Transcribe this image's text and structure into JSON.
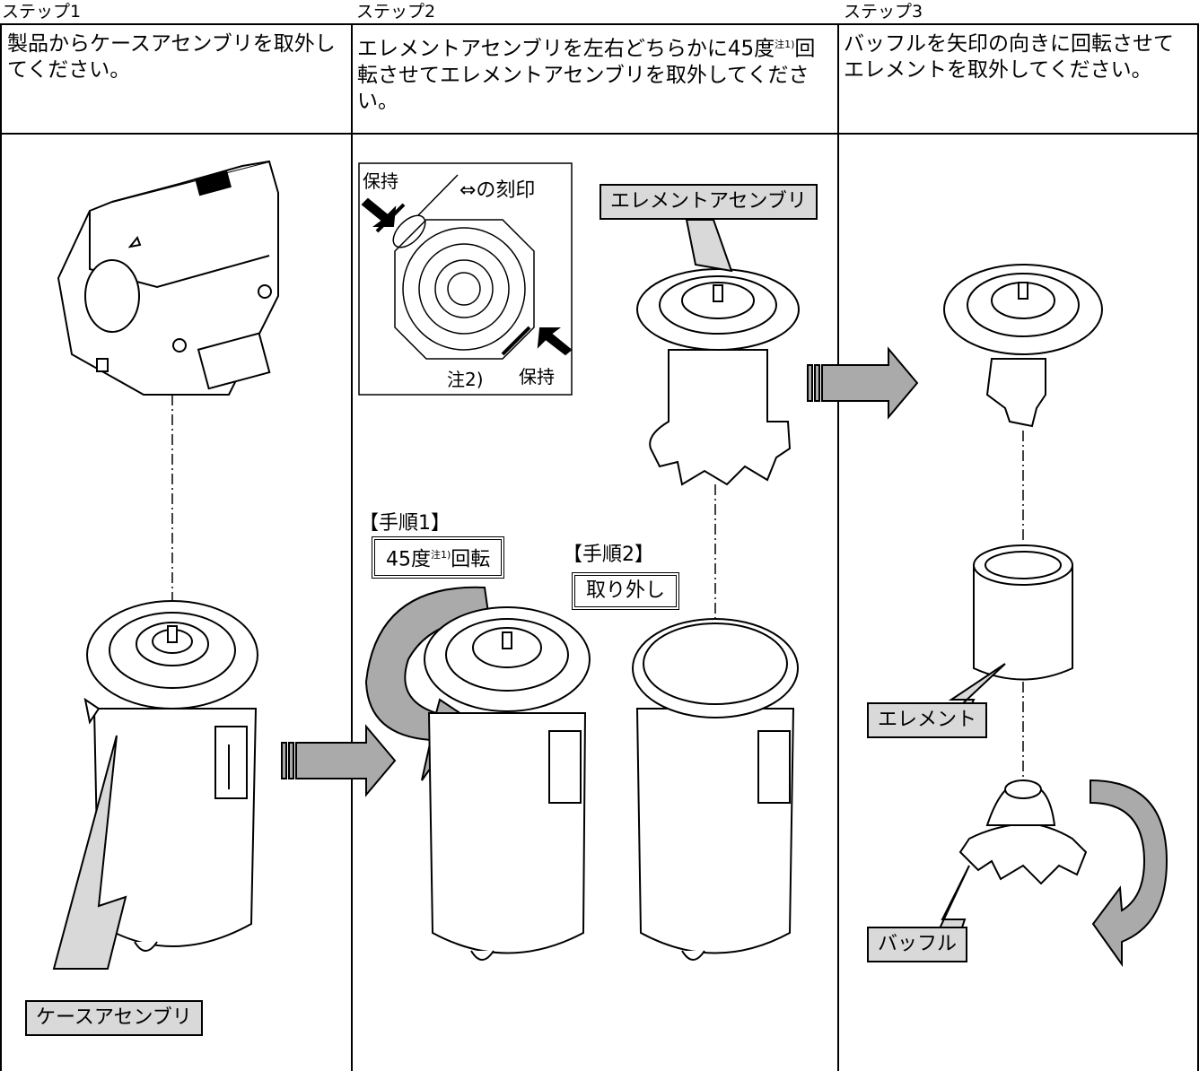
{
  "steps": [
    {
      "header": "ステップ1",
      "instruction": "製品からケースアセンブリを取外してください。",
      "labels": {
        "case_assembly": "ケースアセンブリ"
      }
    },
    {
      "header": "ステップ2",
      "instruction_main": "エレメントアセンブリを左右どちらかに45度",
      "instruction_note": "注1)",
      "instruction_tail": "回転させてエレメントアセンブリを取外してください。",
      "detail": {
        "hold_top": "保持",
        "mark": "⇔の刻印",
        "note": "注2)",
        "hold_bottom": "保持"
      },
      "labels": {
        "element_assembly": "エレメントアセンブリ"
      },
      "procedure1": {
        "title": "【手順1】",
        "text_main": "45度",
        "text_note": "注1)",
        "text_tail": "回転"
      },
      "procedure2": {
        "title": "【手順2】",
        "text": "取り外し"
      }
    },
    {
      "header": "ステップ3",
      "instruction": "バッフルを矢印の向きに回転させてエレメントを取外してください。",
      "labels": {
        "element": "エレメント",
        "baffle": "バッフル"
      }
    }
  ],
  "colors": {
    "label_fill": "#d9d9d9",
    "arrow_fill": "#aaaaaa",
    "line": "#000000"
  }
}
